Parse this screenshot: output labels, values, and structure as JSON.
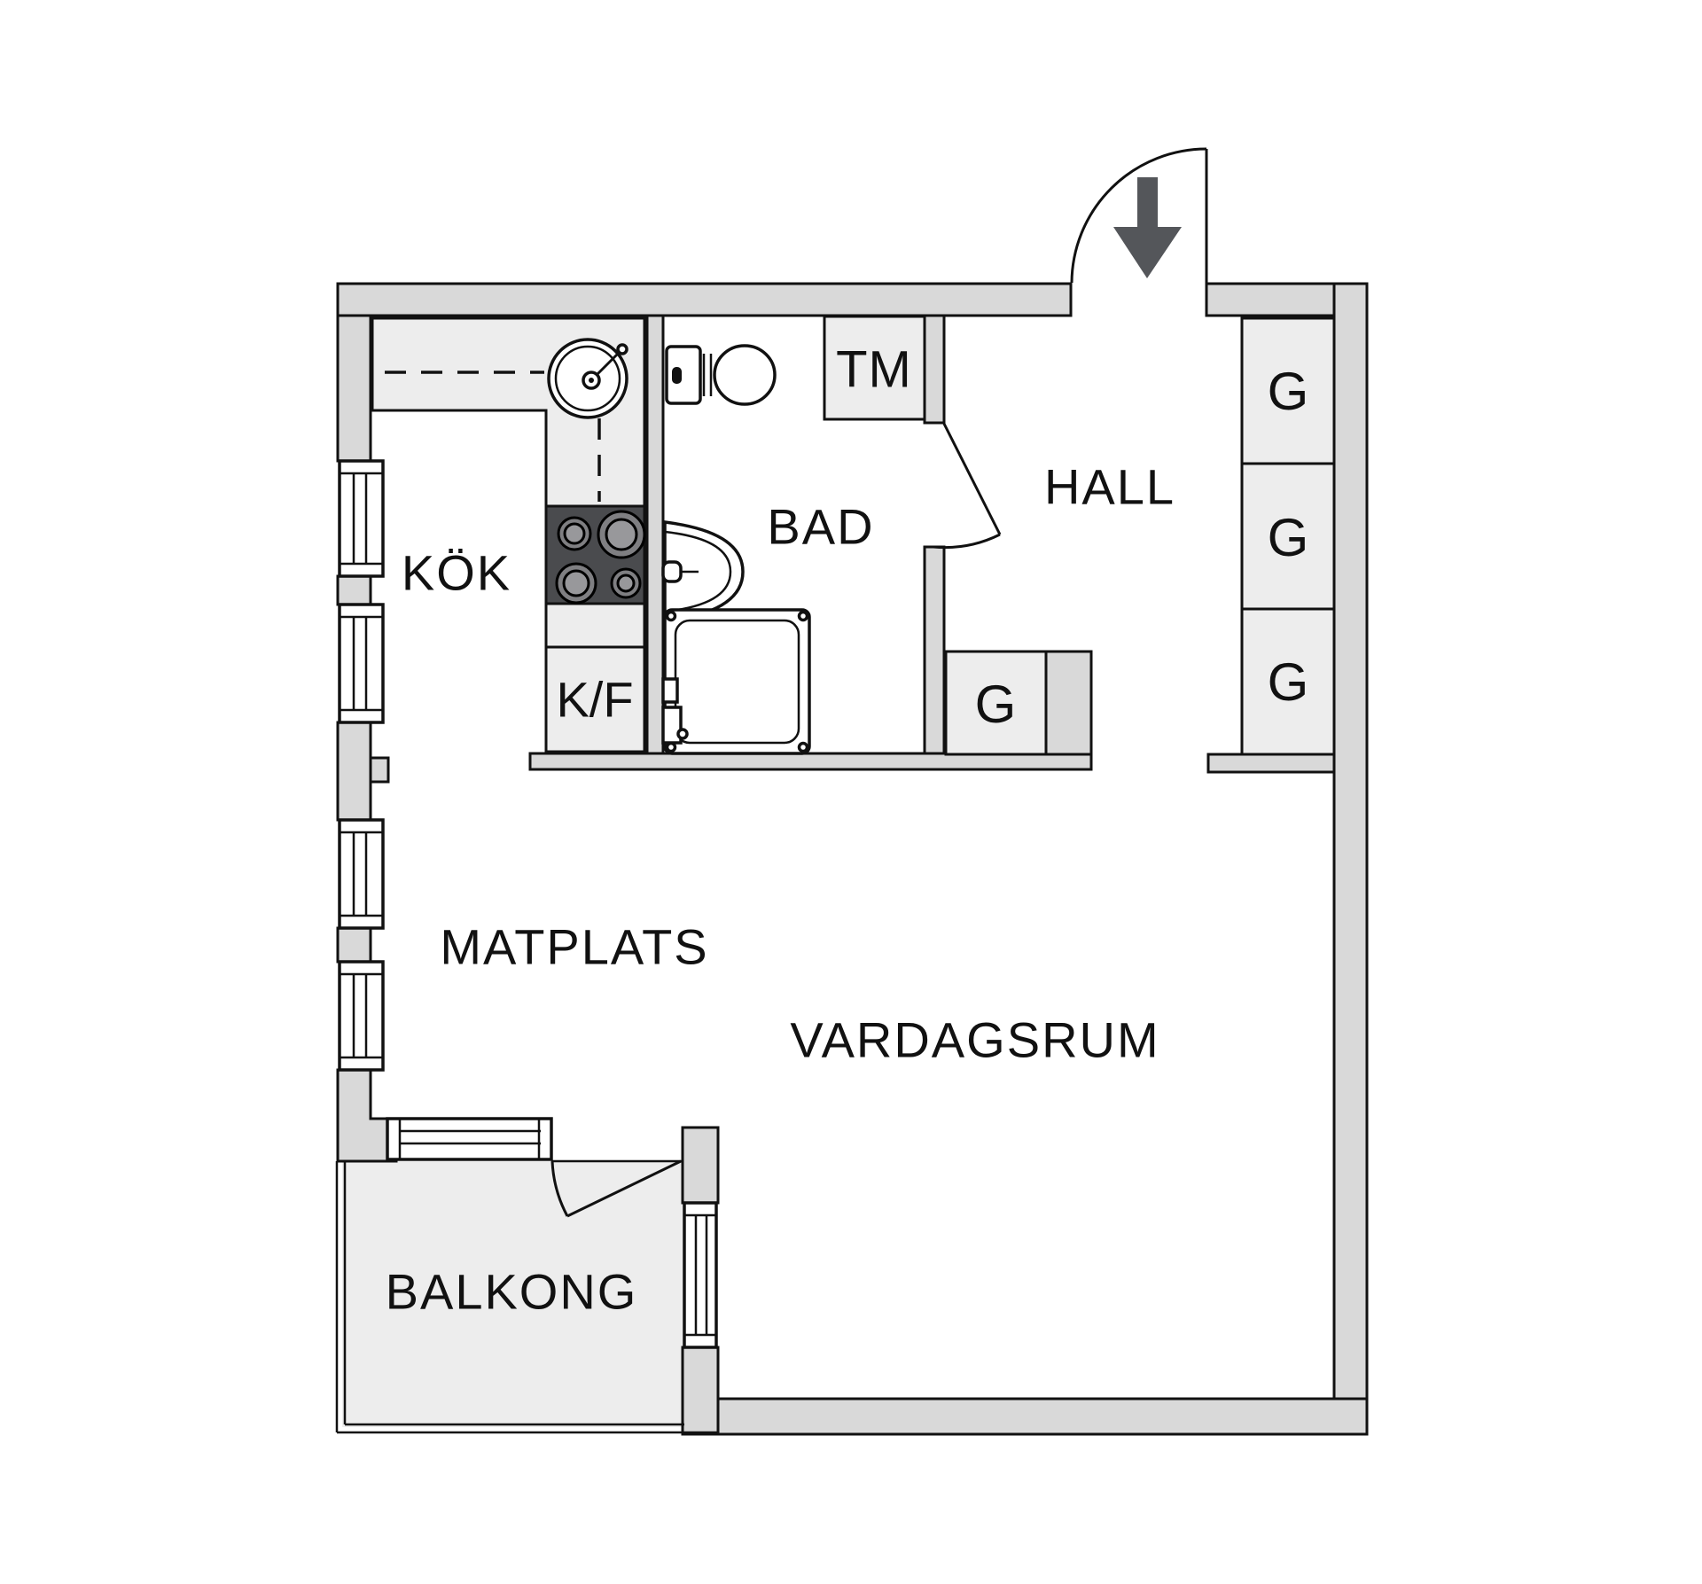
{
  "floorplan": {
    "rooms": {
      "kitchen": "KÖK",
      "bath": "BAD",
      "hall": "HALL",
      "dining": "MATPLATS",
      "living": "VARDAGSRUM",
      "balcony": "BALKONG"
    },
    "fixtures": {
      "washing_machine": "TM",
      "fridge_freezer": "K/F",
      "wardrobe": "G"
    },
    "colors": {
      "background": "#ffffff",
      "wall": "#d9d9d9",
      "furniture": "#ededed",
      "stove": "#4a4b4e",
      "burner_outer": "#7f7f82",
      "burner_inner": "#98989b",
      "arrow": "#54565a",
      "line": "#111111",
      "text": "#111111"
    }
  }
}
